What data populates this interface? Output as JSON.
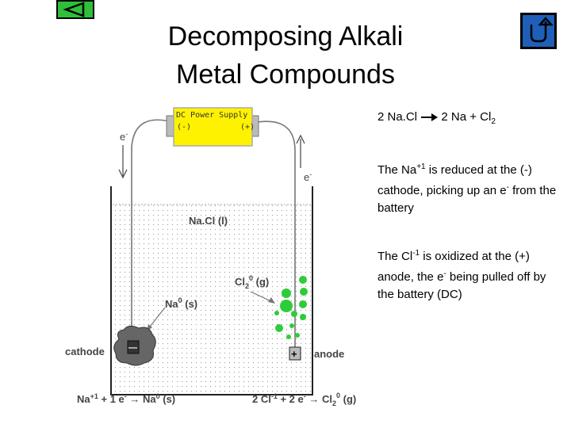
{
  "nav": {
    "back_icon": "triangle-left-icon",
    "return_icon": "u-turn-arrow-icon",
    "back_color": "#2fbf3a",
    "return_color": "#1f5fb8"
  },
  "title": {
    "line1": "Decomposing Alkali",
    "line2": "Metal Compounds"
  },
  "equation": {
    "lhs": "2 Na.Cl",
    "rhs_a": "2 Na + Cl",
    "rhs_sub": "2"
  },
  "para1": {
    "t1": "The Na",
    "sup1": "+1",
    "t2": " is reduced at the (-) cathode, picking up an e",
    "sup2": "-",
    "t3": " from the battery"
  },
  "para2": {
    "t1": "The Cl",
    "sup1": "-1",
    "t2": " is oxidized at the (+) anode, the e",
    "sup2": "-",
    "t3": " being pulled off by the battery (DC)"
  },
  "diagram": {
    "power_supply": "DC Power Supply",
    "minus": "(-)",
    "plus": "(+)",
    "e_left": "e",
    "e_left_sup": "-",
    "e_right": "e",
    "e_right_sup": "-",
    "nacl": "Na.Cl (l)",
    "cl2": "Cl",
    "cl2_sub": "2",
    "cl2_sup": "0",
    "cl2_state": " (g)",
    "na0": "Na",
    "na0_sup": "0",
    "na0_state": " (s)",
    "cathode": "cathode",
    "anode": "anode",
    "cathode_sign": "—",
    "anode_sign": "+",
    "half_left_a": "Na",
    "half_left_sup": "+1",
    "half_left_b": " + 1 e",
    "half_left_sup2": "-",
    "half_left_c": " → Na",
    "half_left_sup3": "0",
    "half_left_d": " (s)",
    "half_right_a": "2 Cl",
    "half_right_sup": "-1",
    "half_right_b": " + 2 e",
    "half_right_sup2": "-",
    "half_right_c": " → Cl",
    "half_right_sub": "2",
    "half_right_sup3": "0",
    "half_right_d": " (g)"
  }
}
